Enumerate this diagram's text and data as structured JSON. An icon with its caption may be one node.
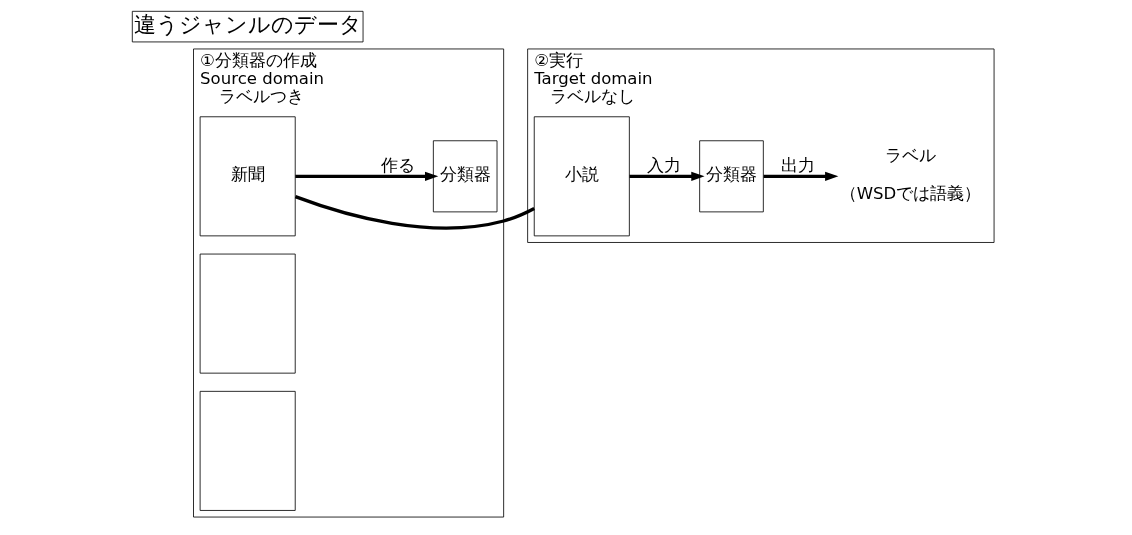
{
  "diagram": {
    "nodes": [
      {
        "text": [
          "①分類器の作成",
          "Source domain",
          "ラベルつき"
        ]
      },
      {
        "text": [],
        "shape": "box",
        "in": 0
      },
      {
        "text": [],
        "shape": "box",
        "in": 0
      },
      {
        "text": [
          "新聞"
        ],
        "in": 0
      },
      {
        "text": [
          "分類器"
        ],
        "in": 0
      },
      {
        "text": [
          "②実行",
          "Target domain",
          "ラベルなし"
        ]
      },
      {
        "text": [
          "小説"
        ],
        "in": 5
      },
      {
        "text": [
          "分類器"
        ],
        "in": 5
      },
      {
        "text": [
          "ラベル"
        ],
        "in": 5,
        "beside": [
          "（WSDでは語義）"
        ]
      },
      {
        "text": [
          "違うジャンルのデータ"
        ]
      }
    ],
    "edges": [
      {
        "from": 3,
        "to": 4,
        "arrow": "to",
        "label": "作る"
      },
      {
        "from": 6,
        "to": 7,
        "arrow": "to",
        "label": "入力"
      },
      {
        "from": 7,
        "to": 8,
        "arrow": "to",
        "label": "出力"
      },
      {
        "from": 3,
        "to": 6,
        "arrow": "none"
      }
    ]
  }
}
